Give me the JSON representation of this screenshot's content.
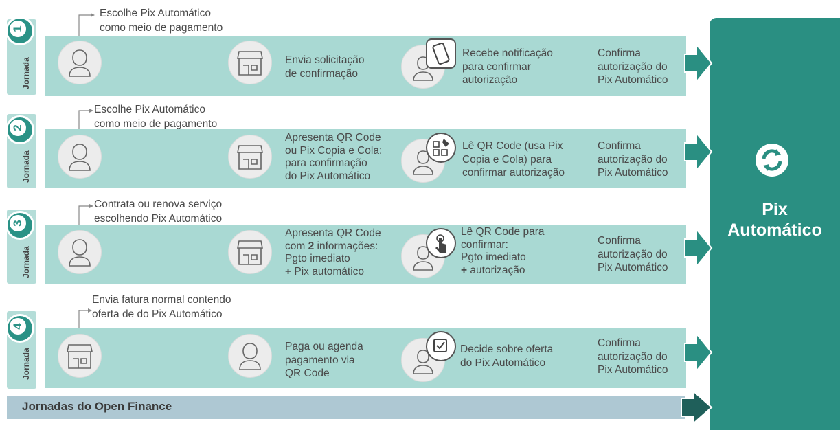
{
  "journeys": [
    {
      "number": "1",
      "label": "Jornada",
      "note": "Escolhe Pix Automático\ncomo meio de pagamento",
      "step2": "Envia solicitação\nde confirmação",
      "step3": "Recebe notificação\npara confirmar\nautorização",
      "final": "Confirma\nautorização do\nPix Automático",
      "actor1": "person-icon",
      "actor2": "store-icon",
      "badge": "phone-icon"
    },
    {
      "number": "2",
      "label": "Jornada",
      "note": "Escolhe Pix Automático\ncomo meio de pagamento",
      "step2": "Apresenta QR Code\nou Pix Copia e Cola:\npara confirmação\ndo Pix Automático",
      "step3": "Lê QR Code (usa Pix\nCopia e Cola) para\nconfirmar autorização",
      "final": "Confirma\nautorização do\nPix Automático",
      "actor1": "person-icon",
      "actor2": "store-icon",
      "badge": "qr-code-icon"
    },
    {
      "number": "3",
      "label": "Jornada",
      "note": "Contrata ou renova serviço\nescolhendo Pix Automático",
      "step2_pre": "Apresenta QR Code\ncom ",
      "step2_bold": "2",
      "step2_post": " informações:\nPgto imediato\n",
      "step2_plus": "+",
      "step2_tail": " Pix automático",
      "step3_pre": "Lê QR Code para\nconfirmar:\nPgto imediato\n",
      "step3_plus": "+",
      "step3_tail": " autorização",
      "final": "Confirma\nautorização do\nPix Automático",
      "actor1": "person-icon",
      "actor2": "store-icon",
      "badge": "tap-icon"
    },
    {
      "number": "4",
      "label": "Jornada",
      "note": "Envia fatura normal contendo\noferta de do Pix Automático",
      "step2": "Paga ou agenda\npagamento via\nQR Code",
      "step3": "Decide sobre oferta\ndo Pix Automático",
      "final": "Confirma\nautorização do\nPix Automático",
      "actor1": "store-icon",
      "actor2": "person-icon",
      "badge": "checkbox-icon"
    }
  ],
  "bottom_label": "Jornadas do Open Finance",
  "panel_title": "Pix\nAutomático",
  "panel_icon": "sync-icon",
  "colors": {
    "teal": "#2a8f82",
    "row": "#a9d9d3",
    "tab": "#b4ddd8",
    "bottom": "#aec8d3",
    "dark_arrow": "#1f5f5a"
  }
}
